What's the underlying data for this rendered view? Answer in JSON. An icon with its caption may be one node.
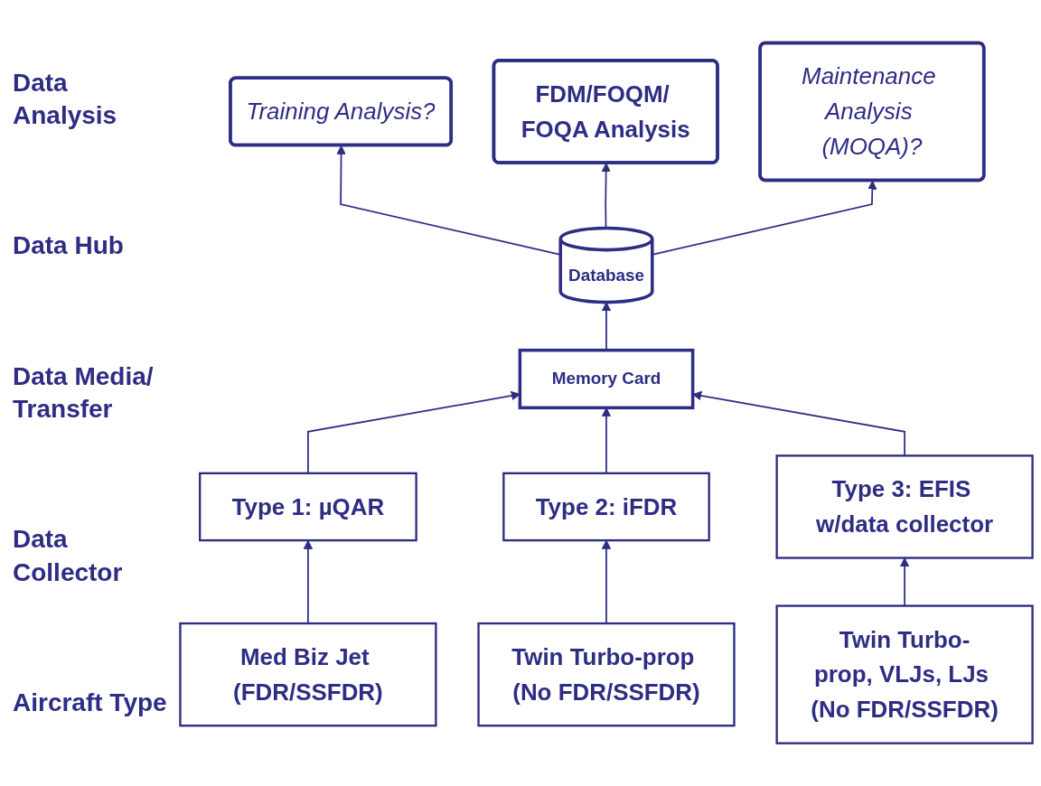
{
  "diagram": {
    "nodes": [
      {
        "text": [
          "Training Analysis?"
        ]
      },
      {
        "text": [
          "FDM/FOQM/ FOQA Analysis"
        ]
      },
      {
        "text": [
          "Maintenance Analysis (MOQA)?"
        ]
      },
      {
        "text": [
          "Database"
        ]
      },
      {
        "text": [
          "Memory Card"
        ]
      },
      {
        "text": [
          "Type 1: µQAR"
        ]
      },
      {
        "text": [
          "Type 2: iFDR"
        ]
      },
      {
        "text": [
          "Type 3: EFIS w/data collector"
        ]
      },
      {
        "text": [
          "Med Biz Jet (FDR/SSFDR)"
        ]
      },
      {
        "text": [
          "Twin Turbo-prop (No FDR/SSFDR)"
        ]
      },
      {
        "text": [
          "Twin Turbo-prop, VLJs, LJs (No FDR/SSFDR)"
        ]
      }
    ],
    "edges": [
      {
        "from": 3,
        "to": 0,
        "arrow": "to"
      },
      {
        "from": 3,
        "to": 1,
        "arrow": "to"
      },
      {
        "from": 3,
        "to": 2,
        "arrow": "to"
      },
      {
        "from": 4,
        "to": 3,
        "arrow": "to"
      },
      {
        "from": 5,
        "to": 4,
        "arrow": "to"
      },
      {
        "from": 6,
        "to": 4,
        "arrow": "to"
      },
      {
        "from": 7,
        "to": 4,
        "arrow": "to"
      },
      {
        "from": 8,
        "to": 5,
        "arrow": "to"
      },
      {
        "from": 9,
        "to": 6,
        "arrow": "to"
      },
      {
        "from": 10,
        "to": 7,
        "arrow": "to"
      }
    ],
    "labels": [
      "Data Analysis",
      "Data Hub",
      "Data Media/ Transfer",
      "Data Collector",
      "Aircraft Type"
    ]
  }
}
